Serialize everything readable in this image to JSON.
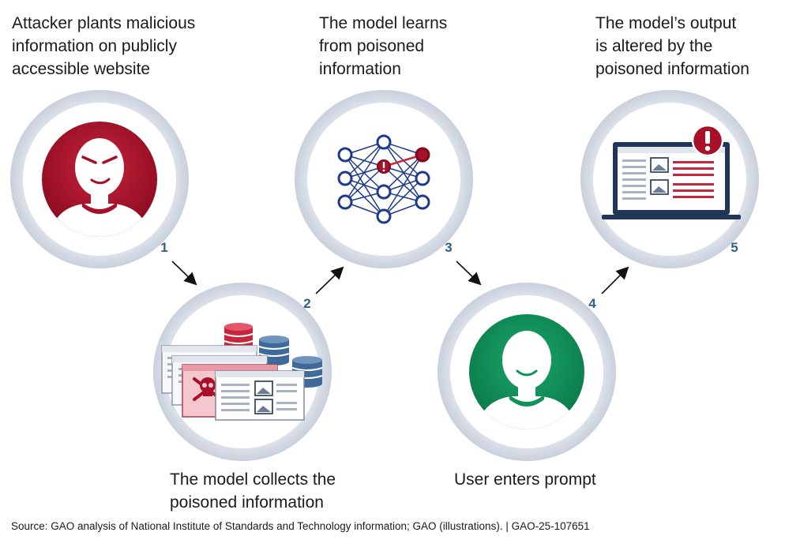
{
  "steps": [
    {
      "number": "1",
      "text": "Attacker plants malicious\ninformation on publicly\naccessible website"
    },
    {
      "number": "2",
      "text": "The model collects the\npoisoned information"
    },
    {
      "number": "3",
      "text": "The model learns\nfrom poisoned\ninformation"
    },
    {
      "number": "4",
      "text": "User enters prompt"
    },
    {
      "number": "5",
      "text": "The model’s output\nis altered by the\npoisoned information"
    }
  ],
  "source": "Source: GAO analysis of National Institute of Standards and Technology information; GAO (illustrations).  |  GAO-25-107651",
  "icons": {
    "step1": "attacker-face-icon",
    "step2": "poisoned-webpages-databases-icon",
    "step3": "neural-network-icon",
    "step4": "user-face-icon",
    "step5": "laptop-alert-icon"
  },
  "colors": {
    "attacker_red": "#a8102a",
    "user_green": "#11925a",
    "network_blue": "#1e3a8a",
    "number_blue": "#2f5f8c",
    "ring_gray": "#d5dae4"
  }
}
